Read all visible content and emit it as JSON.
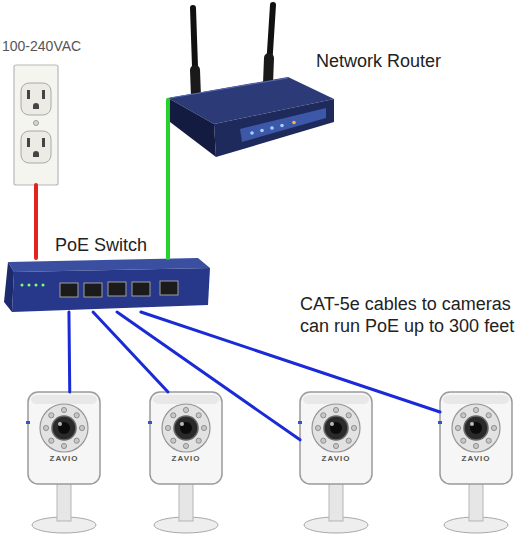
{
  "diagram": {
    "nodes": [
      {
        "text": [
          "100-240VAC"
        ]
      },
      {
        "text": [
          "Network Router"
        ]
      },
      {
        "text": [
          "PoE Switch"
        ]
      },
      {
        "text": [
          "ZAVIO"
        ]
      },
      {
        "text": [
          "ZAVIO"
        ]
      },
      {
        "text": [
          "ZAVIO"
        ]
      },
      {
        "text": [
          "ZAVIO"
        ]
      }
    ],
    "edges": [
      {
        "from": 0,
        "to": 2,
        "arrow": "none"
      },
      {
        "from": 1,
        "to": 2,
        "arrow": "none"
      },
      {
        "from": 2,
        "to": 3,
        "arrow": "none"
      },
      {
        "from": 2,
        "to": 4,
        "arrow": "none"
      },
      {
        "from": 2,
        "to": 5,
        "arrow": "none"
      },
      {
        "from": 2,
        "to": 6,
        "arrow": "none"
      }
    ],
    "labels": [
      "CAT-5e cables to cameras can run PoE up to 300 feet"
    ]
  }
}
